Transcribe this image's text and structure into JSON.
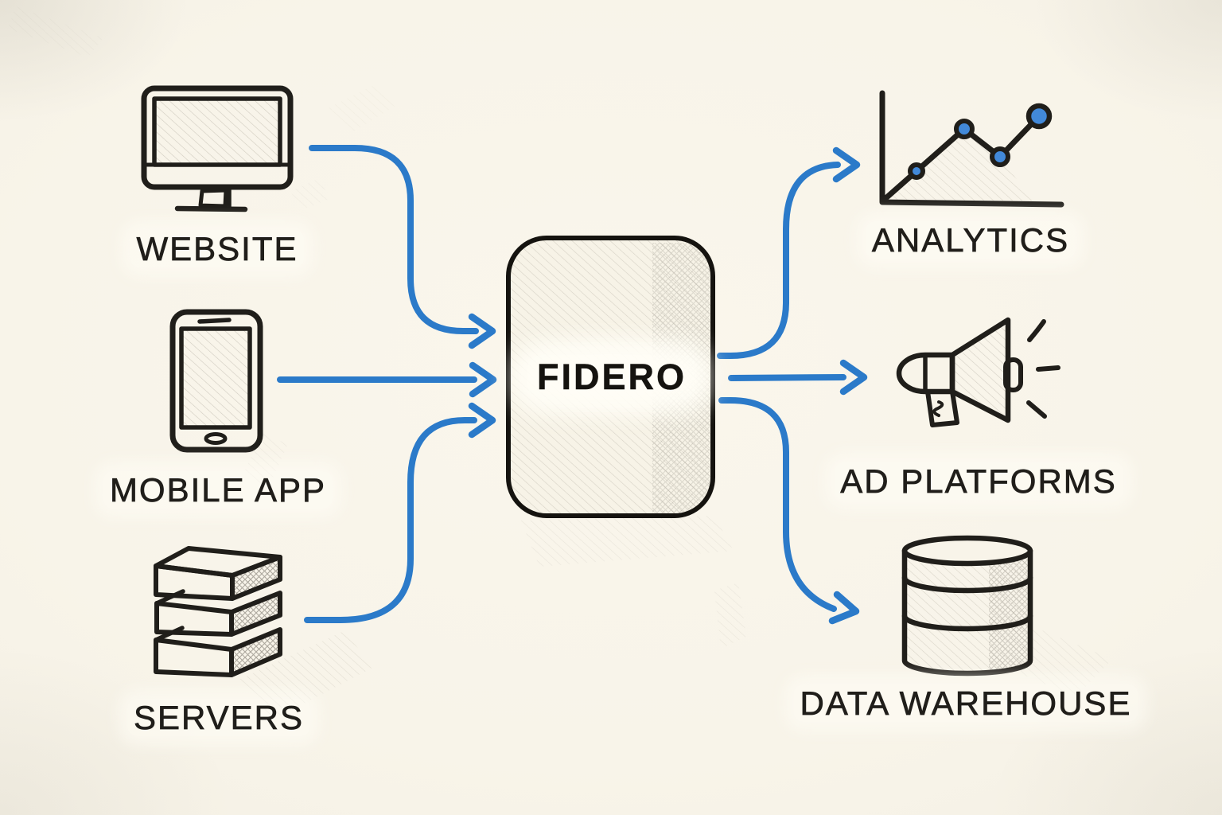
{
  "diagram": {
    "center_node": {
      "id": "fidero",
      "label": "FIDERO"
    },
    "source_nodes": [
      {
        "id": "website",
        "label": "WEBSITE",
        "icon": "desktop-monitor-icon"
      },
      {
        "id": "mobile-app",
        "label": "MOBILE APP",
        "icon": "smartphone-icon"
      },
      {
        "id": "servers",
        "label": "SERVERS",
        "icon": "server-stack-icon"
      }
    ],
    "destination_nodes": [
      {
        "id": "analytics",
        "label": "ANALYTICS",
        "icon": "line-chart-icon"
      },
      {
        "id": "ad-platforms",
        "label": "AD PLATFORMS",
        "icon": "megaphone-icon"
      },
      {
        "id": "data-warehouse",
        "label": "DATA WAREHOUSE",
        "icon": "database-icon"
      }
    ],
    "flows": [
      {
        "from": "website",
        "to": "fidero"
      },
      {
        "from": "mobile-app",
        "to": "fidero"
      },
      {
        "from": "servers",
        "to": "fidero"
      },
      {
        "from": "fidero",
        "to": "analytics"
      },
      {
        "from": "fidero",
        "to": "ad-platforms"
      },
      {
        "from": "fidero",
        "to": "data-warehouse"
      }
    ],
    "colors": {
      "background": "#f8f4e9",
      "ink": "#201e1a",
      "arrow_blue": "#2b7ac9",
      "chart_dot_blue": "#4289d9"
    }
  }
}
